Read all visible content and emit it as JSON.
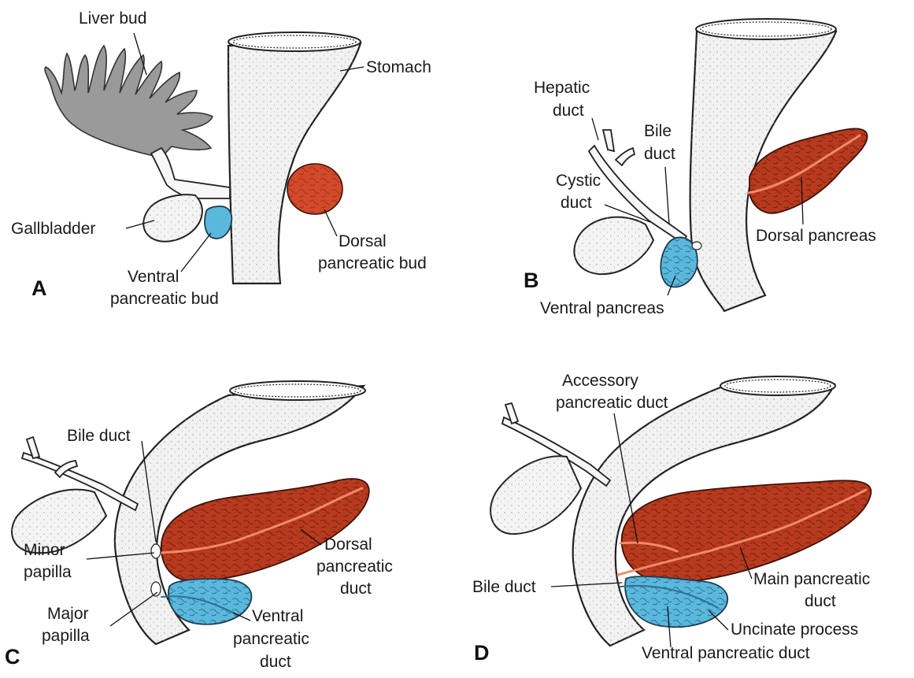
{
  "panels": {
    "a": {
      "letter": "A",
      "labels": {
        "liver_bud": "Liver bud",
        "stomach": "Stomach",
        "gallbladder": "Gallbladder",
        "ventral_1": "Ventral",
        "ventral_2": "pancreatic bud",
        "dorsal_1": "Dorsal",
        "dorsal_2": "pancreatic bud"
      }
    },
    "b": {
      "letter": "B",
      "labels": {
        "hepatic_1": "Hepatic",
        "hepatic_2": "duct",
        "bile_1": "Bile",
        "bile_2": "duct",
        "cystic_1": "Cystic",
        "cystic_2": "duct",
        "dorsal_pancreas": "Dorsal pancreas",
        "ventral_pancreas": "Ventral pancreas"
      }
    },
    "c": {
      "letter": "C",
      "labels": {
        "bile_duct": "Bile duct",
        "minor_1": "Minor",
        "minor_2": "papilla",
        "major_1": "Major",
        "major_2": "papilla",
        "dorsal_duct_1": "Dorsal",
        "dorsal_duct_2": "pancreatic",
        "dorsal_duct_3": "duct",
        "ventral_duct_1": "Ventral",
        "ventral_duct_2": "pancreatic",
        "ventral_duct_3": "duct"
      }
    },
    "d": {
      "letter": "D",
      "labels": {
        "accessory_1": "Accessory",
        "accessory_2": "pancreatic duct",
        "bile_duct": "Bile duct",
        "main_1": "Main pancreatic",
        "main_2": "duct",
        "uncinate": "Uncinate process",
        "ventral_duct": "Ventral pancreatic duct"
      }
    }
  }
}
